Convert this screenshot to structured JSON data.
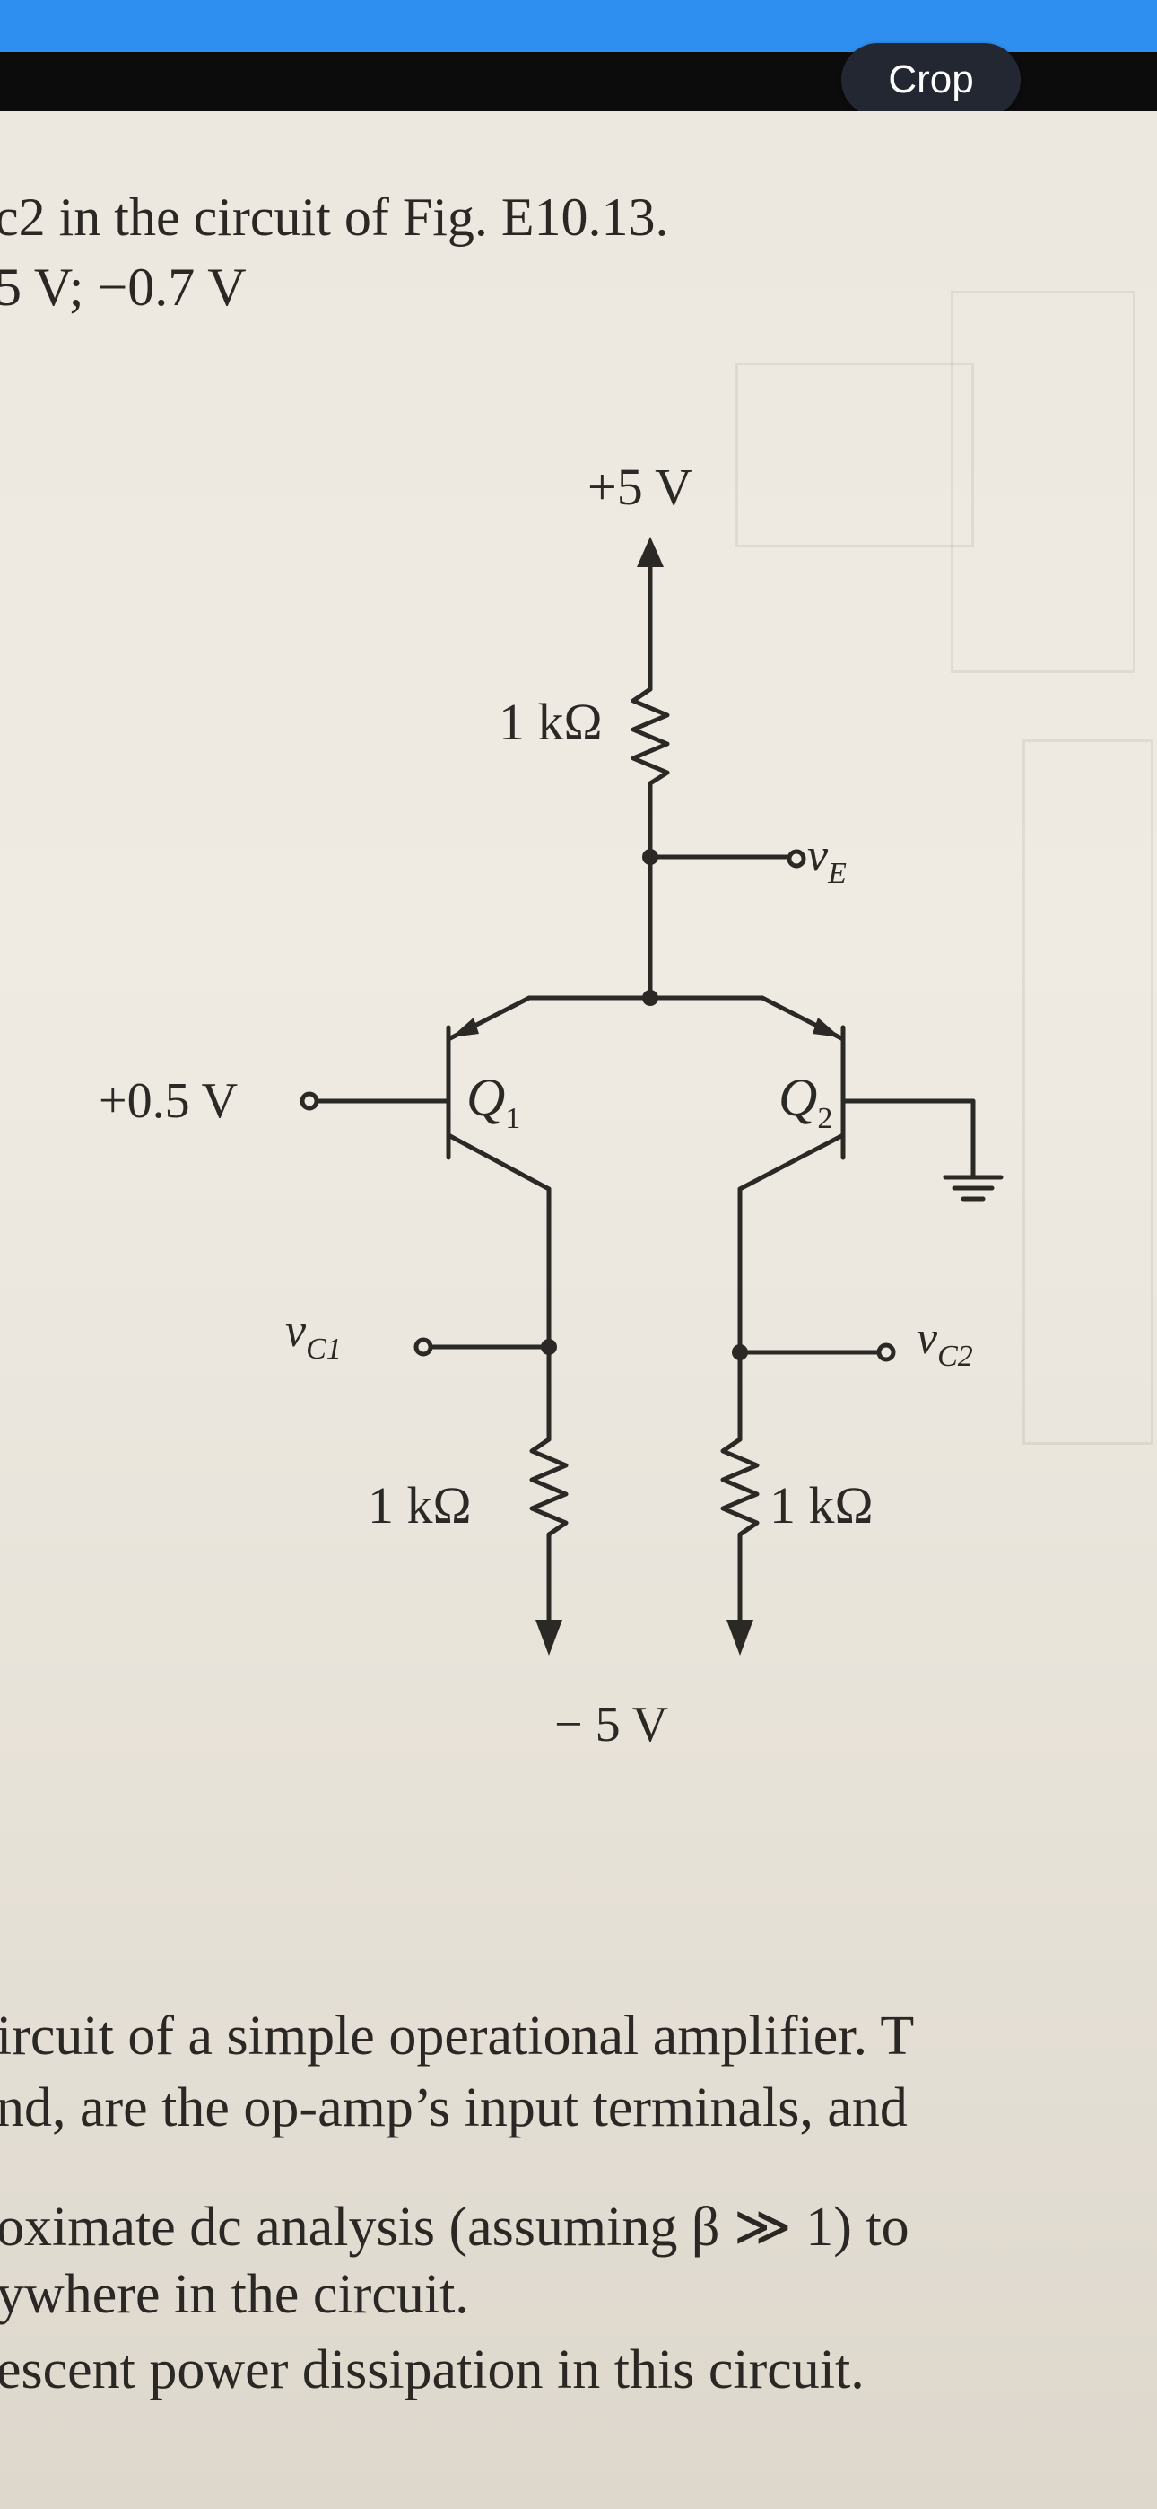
{
  "crop_button": {
    "label": "Crop"
  },
  "photo": {
    "top_lines": [
      "c2 in the circuit of Fig. E10.13.",
      "5 V; −0.7 V"
    ],
    "bottom_lines": [
      "ircuit of a simple operational amplifier. T",
      "nd, are the op-amp’s input terminals, and",
      "oximate dc analysis (assuming β ≫ 1) to",
      "ywhere in the circuit.",
      "escent power dissipation in this circuit."
    ]
  },
  "diagram": {
    "supply_pos": "+5 V",
    "supply_neg": "− 5 V",
    "r_emitter": "1 kΩ",
    "r_c1": "1 kΩ",
    "r_c2": "1 kΩ",
    "input_left": "+0.5 V",
    "q1": "Q",
    "q1_sub": "1",
    "q2": "Q",
    "q2_sub": "2",
    "ve_main": "v",
    "ve_sub": "E",
    "vc1_main": "v",
    "vc1_sub": "C1",
    "vc2_main": "v",
    "vc2_sub": "C2"
  },
  "colors": {
    "status_bar": "#2f8ff0",
    "toolbar": "#0c0c0c",
    "crop_button_bg": "#222731",
    "ink": "#2b2926",
    "paper": "#ece8df"
  }
}
